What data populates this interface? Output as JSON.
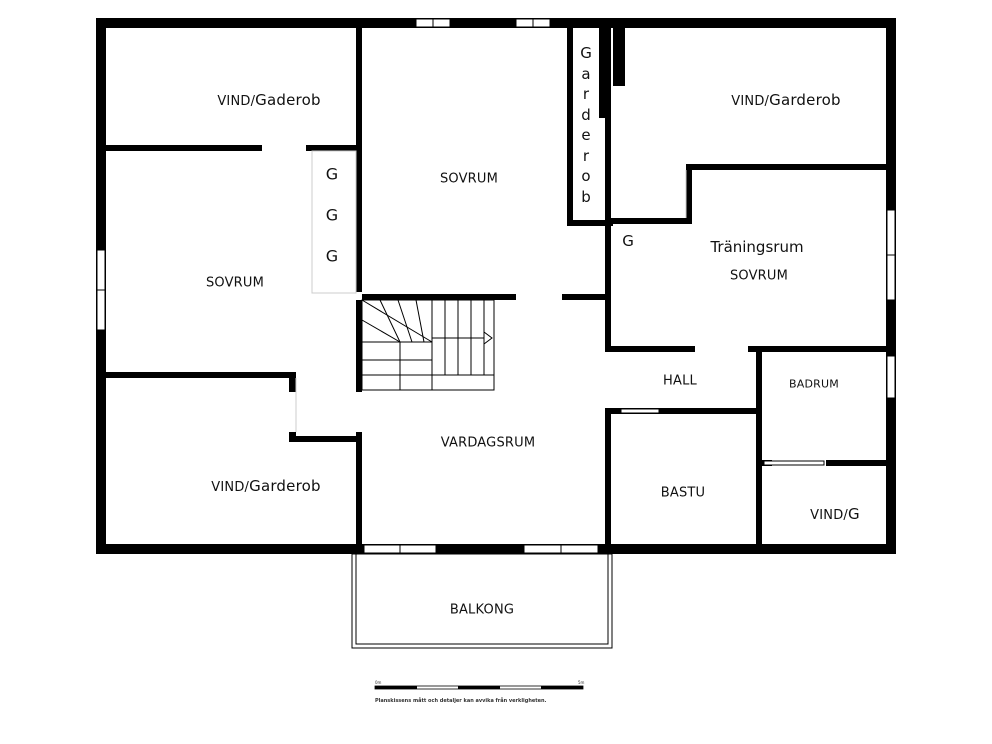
{
  "rooms": {
    "vind_gaderob_top": {
      "prefix": "VIND/",
      "name": "Gaderob"
    },
    "sovrum_top": "SOVRUM",
    "garderob_vertical": [
      "G",
      "a",
      "r",
      "d",
      "e",
      "r",
      "o",
      "b"
    ],
    "vind_garderob_right": {
      "prefix": "VIND/",
      "name": "Garderob"
    },
    "sovrum_left": "SOVRUM",
    "g_closets": [
      "G",
      "G",
      "G"
    ],
    "g_small": "G",
    "traningsrum": "Träningsrum",
    "sovrum_right": "SOVRUM",
    "hall": "HALL",
    "badrum": "BADRUM",
    "vardagsrum": "VARDAGSRUM",
    "vind_garderob_bottom": {
      "prefix": "VIND/",
      "name": "Garderob"
    },
    "bastu": "BASTU",
    "vind_g": {
      "prefix": "VIND/",
      "name": "G"
    },
    "balkong": "BALKONG"
  },
  "scale": {
    "start": "0m",
    "end": "5m",
    "disclaimer": "Planskissens mått och detaljer kan avvika från verkligheten."
  }
}
